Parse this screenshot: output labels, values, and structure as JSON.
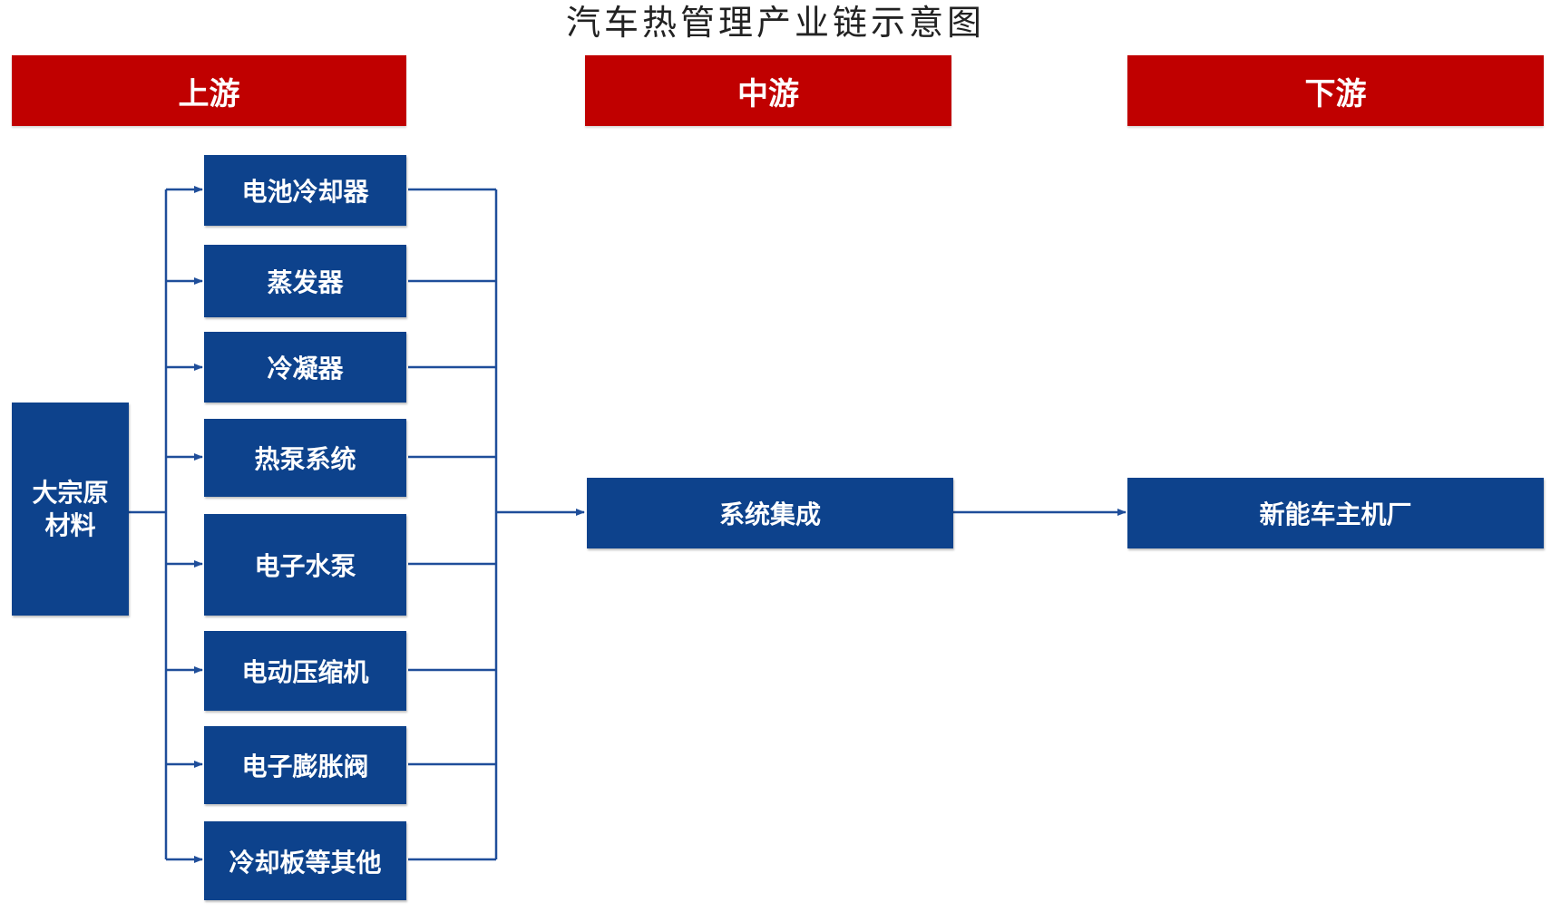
{
  "title": "汽车热管理产业链示意图",
  "headers": {
    "upstream": "上游",
    "midstream": "中游",
    "downstream": "下游"
  },
  "raw_material": {
    "line1": "大宗原",
    "line2": "材料"
  },
  "components": [
    {
      "label": "电池冷却器"
    },
    {
      "label": "蒸发器"
    },
    {
      "label": "冷凝器"
    },
    {
      "label": "热泵系统"
    },
    {
      "label": "电子水泵"
    },
    {
      "label": "电动压缩机"
    },
    {
      "label": "电子膨胀阀"
    },
    {
      "label": "冷却板等其他"
    }
  ],
  "midstream_box": "系统集成",
  "downstream_box": "新能车主机厂",
  "colors": {
    "header_red": "#c00000",
    "box_blue": "#0d428c",
    "connector_blue": "#1f4e9a"
  }
}
